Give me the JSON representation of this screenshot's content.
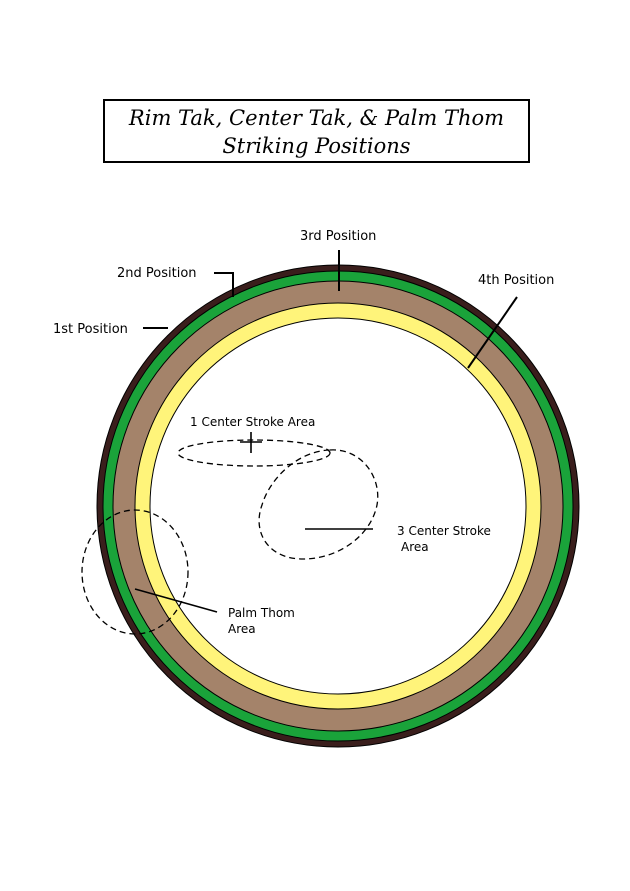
{
  "title": {
    "line1": "Rim Tak, Center Tak,  & Palm Thom",
    "line2": "Striking Positions"
  },
  "labels": {
    "position_3": "3rd Position",
    "position_2": "2nd Position",
    "position_1": "1st Position",
    "position_4": "4th Position",
    "center_1": "1 Center Stroke Area",
    "center_3_line1": "3 Center Stroke",
    "center_3_line2": "Area",
    "palm_line1": "Palm Thom",
    "palm_line2": "Area"
  },
  "colors": {
    "rim": "#3a1e1c",
    "first_ring": "#1aa33a",
    "second_ring": "#a4836a",
    "third_ring": "#fff47a",
    "center": "#ffffff",
    "outline": "#000000"
  }
}
